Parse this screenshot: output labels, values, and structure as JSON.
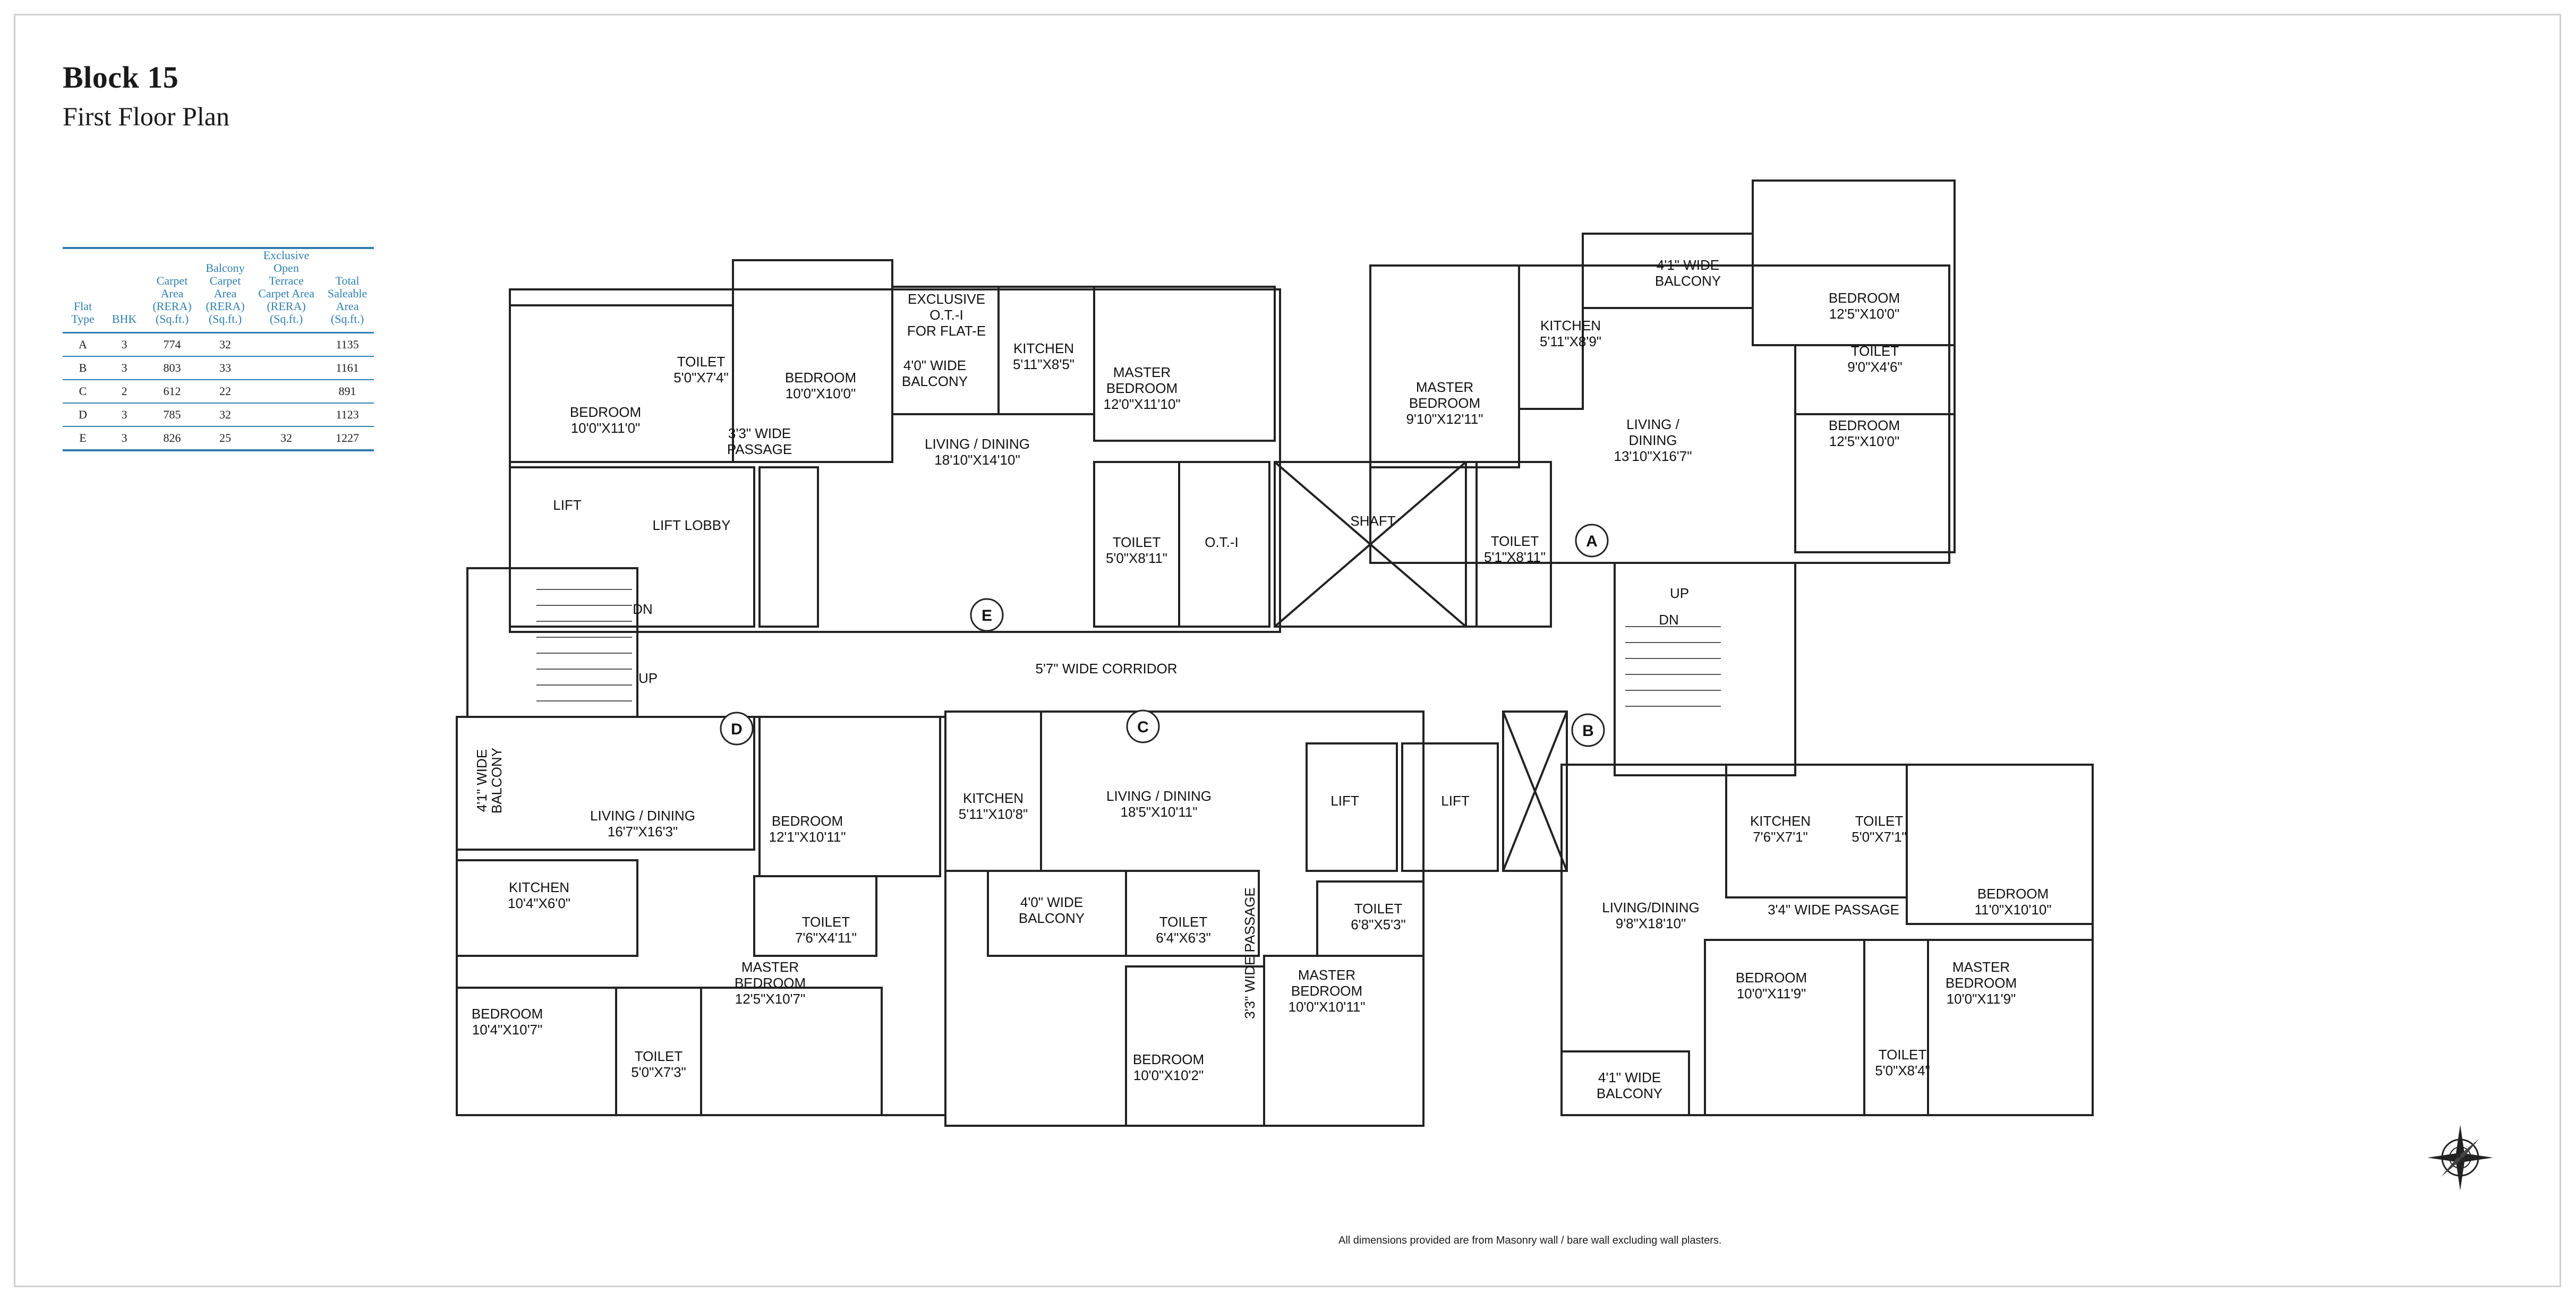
{
  "header": {
    "title": "Block 15",
    "subtitle": "First Floor Plan"
  },
  "area_table": {
    "columns": [
      "Flat Type",
      "BHK",
      "Carpet Area (RERA) (Sq.ft.)",
      "Balcony Carpet Area (RERA) (Sq.ft.)",
      "Exclusive Open Terrace Carpet Area (RERA) (Sq.ft.)",
      "Total Saleable Area (Sq.ft.)"
    ],
    "rows": [
      [
        "A",
        "3",
        "774",
        "32",
        "",
        "1135"
      ],
      [
        "B",
        "3",
        "803",
        "33",
        "",
        "1161"
      ],
      [
        "C",
        "2",
        "612",
        "22",
        "",
        "891"
      ],
      [
        "D",
        "3",
        "785",
        "32",
        "",
        "1123"
      ],
      [
        "E",
        "3",
        "826",
        "25",
        "32",
        "1227"
      ]
    ]
  },
  "flat_markers": [
    "A",
    "B",
    "C",
    "D",
    "E"
  ],
  "rooms": {
    "e_bedroom_1": [
      "BEDROOM",
      "10'0\"X11'0\""
    ],
    "e_toilet_1": [
      "TOILET",
      "5'0\"X7'4\""
    ],
    "e_bedroom_2": [
      "BEDROOM",
      "10'0\"X10'0\""
    ],
    "e_terrace": [
      "EXCLUSIVE",
      "O.T.-I",
      "FOR FLAT-E"
    ],
    "e_balcony": [
      "4'0\" WIDE",
      "BALCONY"
    ],
    "e_kitchen": [
      "KITCHEN",
      "5'11\"X8'5\""
    ],
    "e_master": [
      "MASTER",
      "BEDROOM",
      "12'0\"X11'10\""
    ],
    "e_passage": [
      "3'3\" WIDE",
      "PASSAGE"
    ],
    "e_living": [
      "LIVING / DINING",
      "18'10\"X14'10\""
    ],
    "e_toilet_2": [
      "TOILET",
      "5'0\"X8'11\""
    ],
    "lift_1": "LIFT",
    "lift_lobby": "LIFT LOBBY",
    "ot_1": "O.T.-I",
    "shaft": "SHAFT",
    "a_toilet_1": [
      "TOILET",
      "5'1\"X8'11\""
    ],
    "a_master": [
      "MASTER",
      "BEDROOM",
      "9'10\"X12'11\""
    ],
    "a_kitchen": [
      "KITCHEN",
      "5'11\"X8'9\""
    ],
    "a_balcony": [
      "4'1\" WIDE",
      "BALCONY"
    ],
    "a_living": [
      "LIVING /",
      "DINING",
      "13'10\"X16'7\""
    ],
    "a_bedroom_1": [
      "BEDROOM",
      "12'5\"X10'0\""
    ],
    "a_toilet_2": [
      "TOILET",
      "9'0\"X4'6\""
    ],
    "a_bedroom_2": [
      "BEDROOM",
      "12'5\"X10'0\""
    ],
    "stair_dn_left": "DN",
    "stair_up_left": "UP",
    "stair_up_right": "UP",
    "stair_dn_right": "DN",
    "corridor": "5'7\" WIDE CORRIDOR",
    "d_balcony": [
      "4'1\" WIDE",
      "BALCONY"
    ],
    "d_living": [
      "LIVING / DINING",
      "16'7\"X16'3\""
    ],
    "d_bedroom_1": [
      "BEDROOM",
      "12'1\"X10'11\""
    ],
    "d_kitchen": [
      "KITCHEN",
      "10'4\"X6'0\""
    ],
    "d_toilet_1": [
      "TOILET",
      "7'6\"X4'11\""
    ],
    "d_master": [
      "MASTER",
      "BEDROOM",
      "12'5\"X10'7\""
    ],
    "d_bedroom_2": [
      "BEDROOM",
      "10'4\"X10'7\""
    ],
    "d_toilet_2": [
      "TOILET",
      "5'0\"X7'3\""
    ],
    "c_kitchen": [
      "KITCHEN",
      "5'11\"X10'8\""
    ],
    "c_living": [
      "LIVING / DINING",
      "18'5\"X10'11\""
    ],
    "c_balcony": [
      "4'0\" WIDE",
      "BALCONY"
    ],
    "c_toilet_1": [
      "TOILET",
      "6'4\"X6'3\""
    ],
    "c_passage": "3'3\" WIDE PASSAGE",
    "lift_2": "LIFT",
    "lift_3": "LIFT",
    "c_toilet_2": [
      "TOILET",
      "6'8\"X5'3\""
    ],
    "c_master": [
      "MASTER",
      "BEDROOM",
      "10'0\"X10'11\""
    ],
    "c_bedroom": [
      "BEDROOM",
      "10'0\"X10'2\""
    ],
    "b_kitchen": [
      "KITCHEN",
      "7'6\"X7'1\""
    ],
    "b_toilet_1": [
      "TOILET",
      "5'0\"X7'1\""
    ],
    "b_bedroom_1": [
      "BEDROOM",
      "11'0\"X10'10\""
    ],
    "b_passage": "3'4\" WIDE PASSAGE",
    "b_living": [
      "LIVING/DINING",
      "9'8\"X18'10\""
    ],
    "b_bedroom_2": [
      "BEDROOM",
      "10'0\"X11'9\""
    ],
    "b_master": [
      "MASTER",
      "BEDROOM",
      "10'0\"X11'9\""
    ],
    "b_toilet_2": [
      "TOILET",
      "5'0\"X8'4\""
    ],
    "b_balcony": [
      "4'1\" WIDE",
      "BALCONY"
    ]
  },
  "compass_icon": "compass-rose-icon",
  "footnote": "All dimensions provided are from Masonry wall / bare wall excluding wall plasters."
}
